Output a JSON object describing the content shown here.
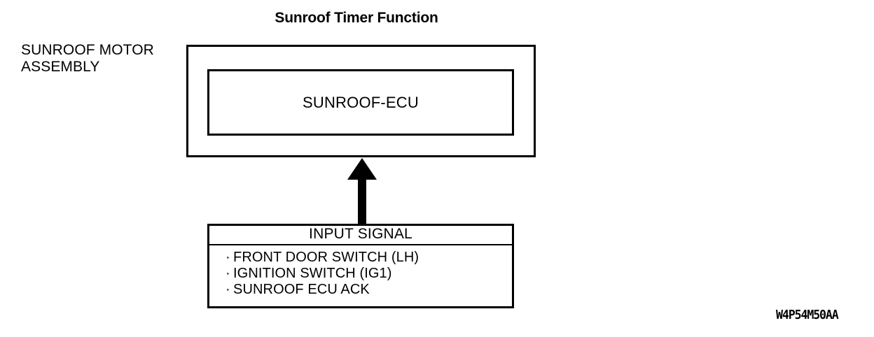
{
  "figure": {
    "title": "Sunroof Timer Function",
    "code": "W4P54M50AA"
  },
  "assembly": {
    "label": "SUNROOF MOTOR\nASSEMBLY",
    "ecu": {
      "label": "SUNROOF-ECU"
    }
  },
  "connector": {
    "arrow_icon": "arrow-up-filled",
    "direction": "up",
    "from": "INPUT SIGNAL",
    "to": "SUNROOF-ECU"
  },
  "input_signal": {
    "header": "INPUT SIGNAL",
    "bullet_glyph": "·",
    "items": [
      "FRONT DOOR SWITCH (LH)",
      "IGNITION SWITCH (IG1)",
      "SUNROOF ECU ACK"
    ]
  },
  "colors": {
    "ink": "#000000",
    "background": "#ffffff"
  }
}
